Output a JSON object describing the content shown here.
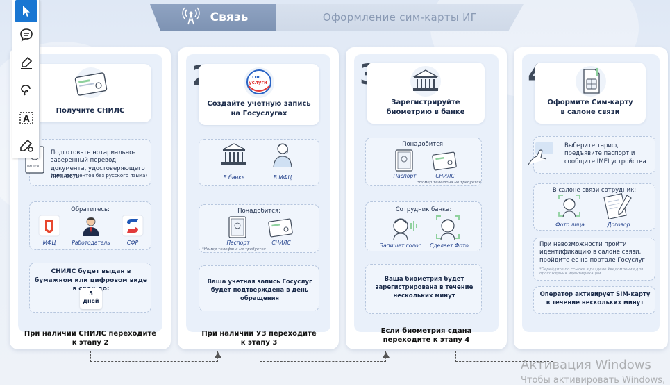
{
  "tabs": {
    "active": "Связь",
    "inactive": "Оформление сим-карты ИГ"
  },
  "toolbar": {
    "tools": [
      "pointer-icon",
      "comment-icon",
      "highlighter-icon",
      "lasso-icon",
      "text-box-icon",
      "pen-settings-icon"
    ]
  },
  "step1": {
    "title": "Получите СНИЛС",
    "doc_text": "Подготовьте нотариально-заверенный перевод документа, удостоверяющего личность",
    "doc_note": "(для документов без русского языка)",
    "passport_label": "ПАСПОРТ",
    "contact_title": "Обратитесь:",
    "contacts": [
      "МФЦ",
      "Работодатель",
      "СФР"
    ],
    "issued_text": "СНИЛС будет выдан в бумажном или цифровом виде в срок до:",
    "days_num": "5",
    "days_word": "дней",
    "footer": "При наличии СНИЛС переходите к этапу 2"
  },
  "step2": {
    "number": "2",
    "logo_line1": "гос",
    "logo_line2": "услуги",
    "title": "Создайте учетную запись на Госуслугах",
    "places": [
      "В банке",
      "В МФЦ"
    ],
    "need_title": "Понадобится:",
    "need_items": [
      "Паспорт",
      "СНИЛС"
    ],
    "need_note": "*Номер телефона не требуется",
    "result": "Ваша учетная запись Госуслуг будет подтверждена в день обращения",
    "footer": "При наличии УЗ переходите к этапу 3"
  },
  "step3": {
    "number": "3",
    "title": "Зарегистрируйте биометрию в банке",
    "need_title": "Понадобится:",
    "need_items": [
      "Паспорт",
      "СНИЛС"
    ],
    "need_note": "*Номер телефона не требуется",
    "staff_title": "Сотрудник банка:",
    "staff_items": [
      "Запишет голос",
      "Сделает Фото"
    ],
    "result": "Ваша биометрия будет зарегистрирована в течение нескольких минут",
    "footer": "Если биометрия сдана переходите к этапу 4"
  },
  "step4": {
    "number": "4",
    "title": "Оформите Сим-карту в салоне связи",
    "tariff_text": "Выберите тариф, предъявите паспорт и сообщите IMEI устройства",
    "salon_title": "В салоне связи сотрудник:",
    "salon_items": [
      "Фото лица",
      "Договор"
    ],
    "fail_text": "При невозможности пройти идентификацию в салоне связи, пройдите ее на портале Госуслуг",
    "fail_note": "*Перейдите по ссылке в разделе Уведомления для прохождения идентификации",
    "result": "Оператор активирует SIM-карту в течение нескольких минут"
  },
  "watermark": {
    "line1": "Активация Windows",
    "line2": "Чтобы активировать Windows,"
  },
  "colors": {
    "accent": "#1976d2",
    "card_bg": "#e9f0fa",
    "tab_active": "#8fa3c2",
    "label_blue": "#1f3e8a"
  }
}
